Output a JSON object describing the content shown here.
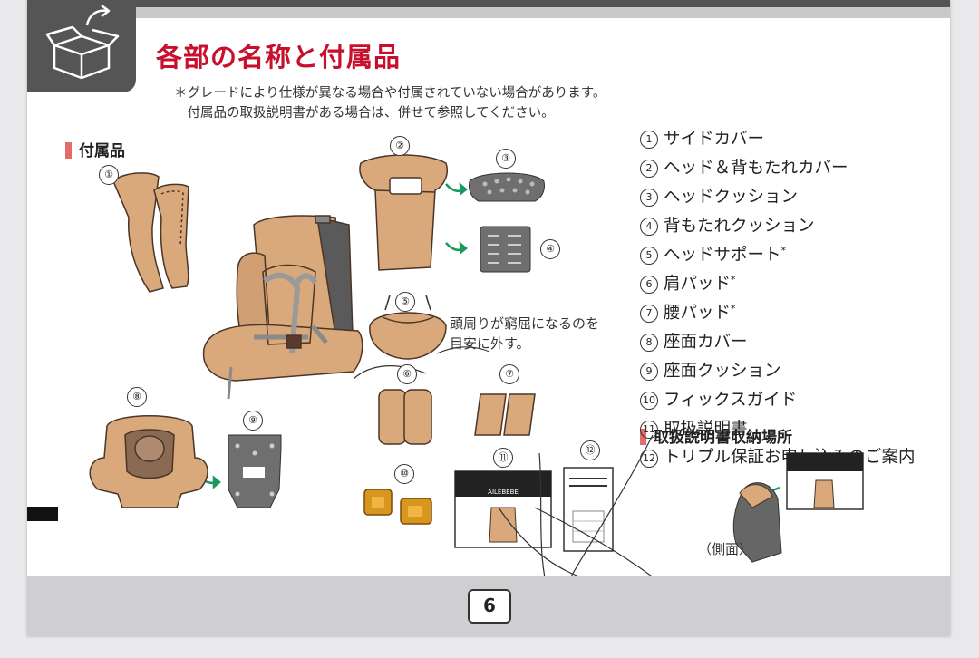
{
  "header": {
    "title": "各部の名称と付属品",
    "note_lines": [
      "＊グレードにより仕様が異なる場合や付属されていない場合があります。",
      "　付属品の取扱説明書がある場合は、併せて参照してください。"
    ]
  },
  "accessories": {
    "heading": "付属品",
    "caption_lines": [
      "頭周りが窮屈になるのを",
      "目安に外す。"
    ],
    "callout_numbers": [
      "①",
      "②",
      "③",
      "④",
      "⑤",
      "⑥",
      "⑦",
      "⑧",
      "⑨",
      "⑩",
      "⑪",
      "⑫"
    ],
    "manual_brand": "AILEBEBE"
  },
  "legend": {
    "items": [
      {
        "num": "1",
        "label": "サイドカバー",
        "mark": ""
      },
      {
        "num": "2",
        "label": "ヘッド＆背もたれカバー",
        "mark": ""
      },
      {
        "num": "3",
        "label": "ヘッドクッション",
        "mark": ""
      },
      {
        "num": "4",
        "label": "背もたれクッション",
        "mark": ""
      },
      {
        "num": "5",
        "label": "ヘッドサポート",
        "mark": "*"
      },
      {
        "num": "6",
        "label": "肩パッド",
        "mark": "*"
      },
      {
        "num": "7",
        "label": "腰パッド",
        "mark": "*"
      },
      {
        "num": "8",
        "label": "座面カバー",
        "mark": ""
      },
      {
        "num": "9",
        "label": "座面クッション",
        "mark": ""
      },
      {
        "num": "10",
        "label": "フィックスガイド",
        "mark": ""
      },
      {
        "num": "11",
        "label": "取扱説明書",
        "mark": ""
      },
      {
        "num": "12",
        "label": "トリプル保証お申し込みのご案内",
        "mark": ""
      }
    ]
  },
  "storage": {
    "heading": "取扱説明書収納場所",
    "side_label": "（側面）"
  },
  "footer": {
    "page_number": "6"
  },
  "colors": {
    "accent_red": "#c8102e",
    "section_bar": "#e06d6b",
    "fabric": "#d9a97c",
    "cushion": "#6f6f6f"
  },
  "icons": {
    "header_tab": "open-box-icon",
    "arrows": "green-arrow-icon"
  }
}
